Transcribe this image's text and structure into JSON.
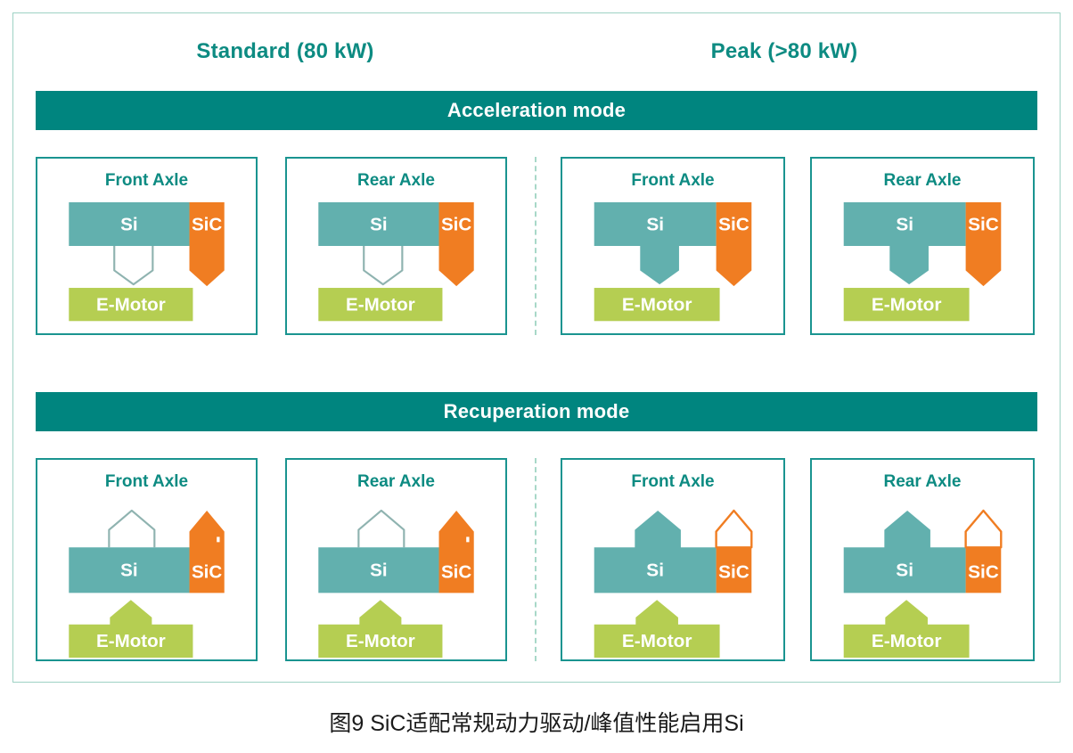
{
  "figure": {
    "caption": "图9  SiC适配常规动力驱动/峰值性能启用Si"
  },
  "colors": {
    "header_teal": "#00857f",
    "panel_border": "#1a9490",
    "outer_border": "#9ed2c4",
    "si_teal": "#62b0ae",
    "sic_orange": "#f07d22",
    "motor_green": "#b5ce52",
    "title_teal": "#0d8b82",
    "inactive_outline": "#8fb3b0",
    "divider_green": "#a8d8c8"
  },
  "columns": [
    {
      "id": "standard",
      "label": "Standard (80 kW)"
    },
    {
      "id": "peak",
      "label": "Peak (>80 kW)"
    }
  ],
  "modes": [
    {
      "id": "acceleration",
      "label": "Acceleration mode"
    },
    {
      "id": "recuperation",
      "label": "Recuperation mode"
    }
  ],
  "labels": {
    "front_axle": "Front Axle",
    "rear_axle": "Rear Axle",
    "si": "Si",
    "sic": "SiC",
    "emotor": "E-Motor"
  },
  "panels": [
    {
      "id": "accel-std-front",
      "mode": "acceleration",
      "column": "standard",
      "title": "Front Axle",
      "si_label": "Si",
      "sic_label": "SiC",
      "motor_label": "E-Motor",
      "si_arrow": "inactive",
      "sic_arrow": "active",
      "motor_arrow": "none",
      "direction": "down"
    },
    {
      "id": "accel-std-rear",
      "mode": "acceleration",
      "column": "standard",
      "title": "Rear Axle",
      "si_label": "Si",
      "sic_label": "SiC",
      "motor_label": "E-Motor",
      "si_arrow": "inactive",
      "sic_arrow": "active",
      "motor_arrow": "none",
      "direction": "down"
    },
    {
      "id": "accel-peak-front",
      "mode": "acceleration",
      "column": "peak",
      "title": "Front Axle",
      "si_label": "Si",
      "sic_label": "SiC",
      "motor_label": "E-Motor",
      "si_arrow": "active",
      "sic_arrow": "active",
      "motor_arrow": "none",
      "direction": "down"
    },
    {
      "id": "accel-peak-rear",
      "mode": "acceleration",
      "column": "peak",
      "title": "Rear Axle",
      "si_label": "Si",
      "sic_label": "SiC",
      "motor_label": "E-Motor",
      "si_arrow": "active",
      "sic_arrow": "active",
      "motor_arrow": "none",
      "direction": "down"
    },
    {
      "id": "recup-std-front",
      "mode": "recuperation",
      "column": "standard",
      "title": "Front Axle",
      "si_label": "Si",
      "sic_label": "SiC",
      "motor_label": "E-Motor",
      "si_arrow": "inactive",
      "sic_arrow": "notched",
      "motor_arrow": "active",
      "direction": "up"
    },
    {
      "id": "recup-std-rear",
      "mode": "recuperation",
      "column": "standard",
      "title": "Rear Axle",
      "si_label": "Si",
      "sic_label": "SiC",
      "motor_label": "E-Motor",
      "si_arrow": "inactive",
      "sic_arrow": "notched",
      "motor_arrow": "active",
      "direction": "up"
    },
    {
      "id": "recup-peak-front",
      "mode": "recuperation",
      "column": "peak",
      "title": "Front Axle",
      "si_label": "Si",
      "sic_label": "SiC",
      "motor_label": "E-Motor",
      "si_arrow": "active",
      "sic_arrow": "hollow",
      "motor_arrow": "active",
      "direction": "up"
    },
    {
      "id": "recup-peak-rear",
      "mode": "recuperation",
      "column": "peak",
      "title": "Rear Axle",
      "si_label": "Si",
      "sic_label": "SiC",
      "motor_label": "E-Motor",
      "si_arrow": "active",
      "sic_arrow": "hollow",
      "motor_arrow": "active",
      "direction": "up"
    }
  ]
}
